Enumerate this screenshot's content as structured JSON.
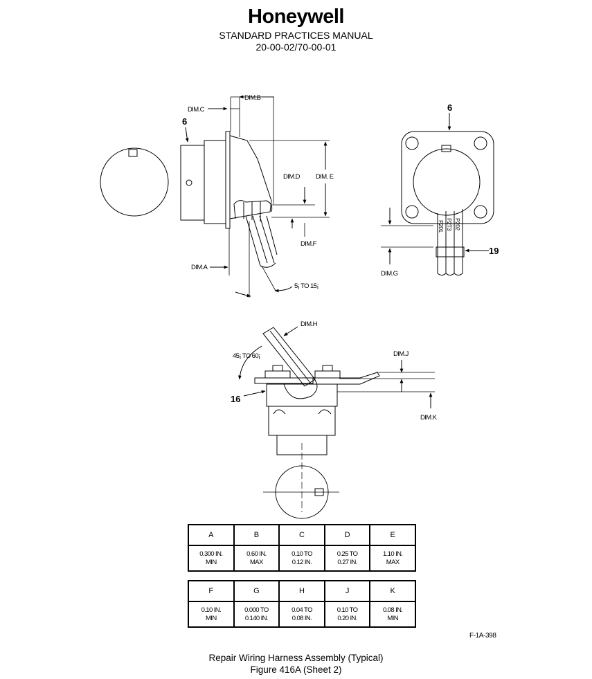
{
  "header": {
    "brand": "Honeywell",
    "manual_title": "STANDARD PRACTICES MANUAL",
    "doc_number": "20-00-02/70-00-01"
  },
  "side_view": {
    "dim_a": "DIM.A",
    "dim_b": "DIM.B",
    "dim_c": "DIM.C",
    "dim_d": "DIM.D",
    "dim_e": "DIM. E",
    "dim_f": "DIM.F",
    "angle": "5¡ TO 15¡",
    "callout": "6"
  },
  "front_view": {
    "callout_top": "6",
    "callout_side": "19",
    "dim_g": "DIM.G",
    "wire_labels": [
      "P201",
      "P2T3",
      "P202"
    ]
  },
  "lower_view": {
    "dim_h": "DIM.H",
    "dim_j": "DIM.J",
    "dim_k": "DIM.K",
    "angle": "45¡ TO 60¡",
    "callout": "16"
  },
  "table1": {
    "headers": [
      "A",
      "B",
      "C",
      "D",
      "E"
    ],
    "values": [
      [
        "0.300 IN.",
        "MIN"
      ],
      [
        "0.60 IN.",
        "MAX"
      ],
      [
        "0.10 TO",
        "0.12 IN."
      ],
      [
        "0.25 TO",
        "0.27 IN."
      ],
      [
        "1.10 IN.",
        "MAX"
      ]
    ]
  },
  "table2": {
    "headers": [
      "F",
      "G",
      "H",
      "J",
      "K"
    ],
    "values": [
      [
        "0.10 IN.",
        "MIN"
      ],
      [
        "0.000 TO",
        "0.140 IN."
      ],
      [
        "0.04 TO",
        "0.08 IN."
      ],
      [
        "0.10 TO",
        "0.20 IN."
      ],
      [
        "0.08 IN.",
        "MIN"
      ]
    ]
  },
  "figure_id": "F-1A-398",
  "caption": {
    "line1": "Repair Wiring Harness Assembly (Typical)",
    "line2": "Figure 416A (Sheet 2)"
  }
}
